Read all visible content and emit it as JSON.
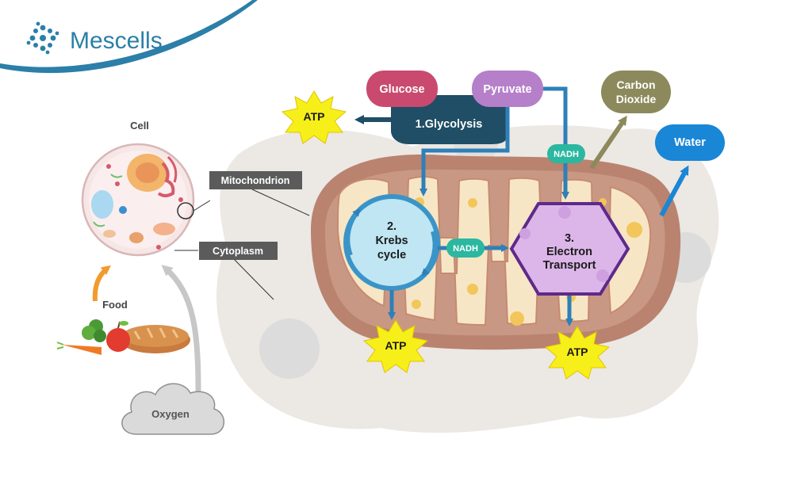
{
  "brand": {
    "name": "Mescells"
  },
  "cell": {
    "label": "Cell"
  },
  "callouts": {
    "mitochondrion": "Mitochondrion",
    "cytoplasm": "Cytoplasm"
  },
  "inputs": {
    "food": "Food",
    "oxygen": "Oxygen"
  },
  "pathway": {
    "glucose": "Glucose",
    "pyruvate": "Pyruvate",
    "glycolysis": "1.Glycolysis",
    "atp": "ATP",
    "nadh": "NADH",
    "krebs": [
      "2.",
      "Krebs",
      "cycle"
    ],
    "electron_transport": [
      "3.",
      "Electron",
      "Transport"
    ],
    "carbon_dioxide": [
      "Carbon",
      "Dioxide"
    ],
    "water": "Water"
  },
  "colors": {
    "brand": "#2b7fa8",
    "glucose": "#c94a6e",
    "pyruvate": "#b57fc9",
    "glycolysis": "#1f4e66",
    "arrow": "#2f7fb8",
    "nadh": "#2bb7a0",
    "atp": "#f7ef1a",
    "carbon_dioxide": "#8c8a5c",
    "water": "#1a86d6",
    "mito_outer": "#b98370",
    "mito_inner": "#f6e6c5",
    "krebs": "#bfe6f2",
    "electron": "#dcb6e8",
    "label_box": "#5b5b5b"
  }
}
